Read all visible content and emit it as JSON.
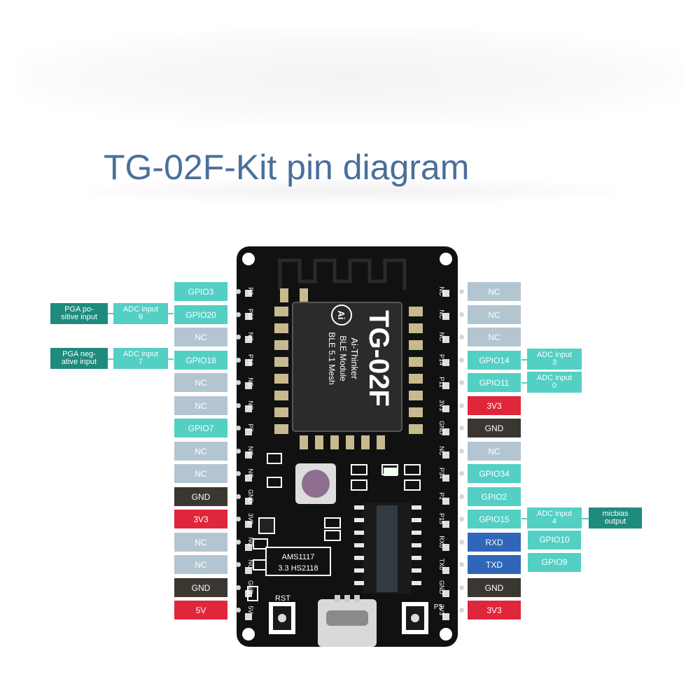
{
  "title": "TG-02F-Kit pin diagram",
  "colors": {
    "nc": "#b4c5d2",
    "gpio": "#53cfc4",
    "gnd": "#3a3630",
    "power": "#e0263a",
    "uart": "#2f66b8",
    "title": "#4a6f9c"
  },
  "module": {
    "name": "TG-02F",
    "brand": "Ai-Thinker",
    "line1": "BLE Module",
    "line2": "BLE 5.1 Mesh",
    "logo": "Ai",
    "regulator": "AMS1117",
    "regulator2": "3.3 HS2118",
    "rst": "RST",
    "p3": "P3"
  },
  "left_pins": [
    {
      "label": "GPIO3",
      "pin": "P3",
      "kind": "gpio"
    },
    {
      "label": "GPIO20",
      "pin": "P20",
      "kind": "gpio"
    },
    {
      "label": "NC",
      "pin": "NC",
      "kind": "nc"
    },
    {
      "label": "GPIO18",
      "pin": "P18",
      "kind": "gpio"
    },
    {
      "label": "NC",
      "pin": "NC",
      "kind": "nc"
    },
    {
      "label": "NC",
      "pin": "NC",
      "kind": "nc"
    },
    {
      "label": "GPIO7",
      "pin": "P7",
      "kind": "gpio"
    },
    {
      "label": "NC",
      "pin": "NC",
      "kind": "nc"
    },
    {
      "label": "NC",
      "pin": "NC",
      "kind": "nc"
    },
    {
      "label": "GND",
      "pin": "GND",
      "kind": "gnd"
    },
    {
      "label": "3V3",
      "pin": "3V3",
      "kind": "pwr"
    },
    {
      "label": "NC",
      "pin": "NC",
      "kind": "nc"
    },
    {
      "label": "NC",
      "pin": "NC",
      "kind": "nc"
    },
    {
      "label": "GND",
      "pin": "GND",
      "kind": "gnd"
    },
    {
      "label": "5V",
      "pin": "5V",
      "kind": "pwr"
    }
  ],
  "right_pins": [
    {
      "label": "NC",
      "pin": "NC",
      "kind": "nc"
    },
    {
      "label": "NC",
      "pin": "NC",
      "kind": "nc"
    },
    {
      "label": "NC",
      "pin": "NC",
      "kind": "nc"
    },
    {
      "label": "GPIO14",
      "pin": "P14",
      "kind": "gpio"
    },
    {
      "label": "GPIO11",
      "pin": "P11",
      "kind": "gpio"
    },
    {
      "label": "3V3",
      "pin": "3V3",
      "kind": "pwr"
    },
    {
      "label": "GND",
      "pin": "GND",
      "kind": "gnd"
    },
    {
      "label": "NC",
      "pin": "NC",
      "kind": "nc"
    },
    {
      "label": "GPIO34",
      "pin": "P34",
      "kind": "gpio"
    },
    {
      "label": "GPIO2",
      "pin": "P2",
      "kind": "gpio"
    },
    {
      "label": "GPIO15",
      "pin": "P15",
      "kind": "gpio"
    },
    {
      "label": "RXD",
      "pin": "RX0",
      "kind": "uart"
    },
    {
      "label": "TXD",
      "pin": "TX0",
      "kind": "uart"
    },
    {
      "label": "GND",
      "pin": "GND",
      "kind": "gnd"
    },
    {
      "label": "3V3",
      "pin": "3V3",
      "kind": "pwr"
    }
  ],
  "annotations": {
    "pga_pos": "PGA po-\nsitive input",
    "adc9": "ADC input\n9",
    "pga_neg": "PGA neg-\native input",
    "adc7": "ADC input\n7",
    "adc3": "ADC input\n3",
    "adc0": "ADC input\n0",
    "adc4": "ADC input\n4",
    "micbias": "micbias\noutput",
    "gpio10": "GPIO10",
    "gpio9": "GPIO9"
  }
}
